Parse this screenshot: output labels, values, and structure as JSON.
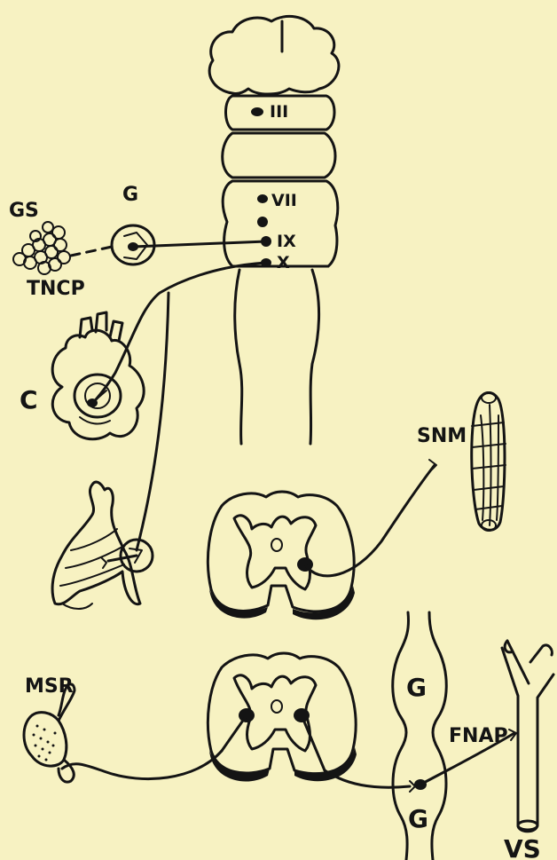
{
  "labels": {
    "gs": "GS",
    "g_top": "G",
    "tncp": "TNCP",
    "c": "C",
    "nucleus_iii": "III",
    "nucleus_vii": "VII",
    "nucleus_ix": "IX",
    "nucleus_x": "X",
    "snm": "SNM",
    "msr": "MSR",
    "g_chain_upper": "G",
    "g_chain_lower": "G",
    "fnap": "FNAP",
    "vs": "VS"
  },
  "colors": {
    "ink": "#141414",
    "paper": "#f7f2c2"
  }
}
